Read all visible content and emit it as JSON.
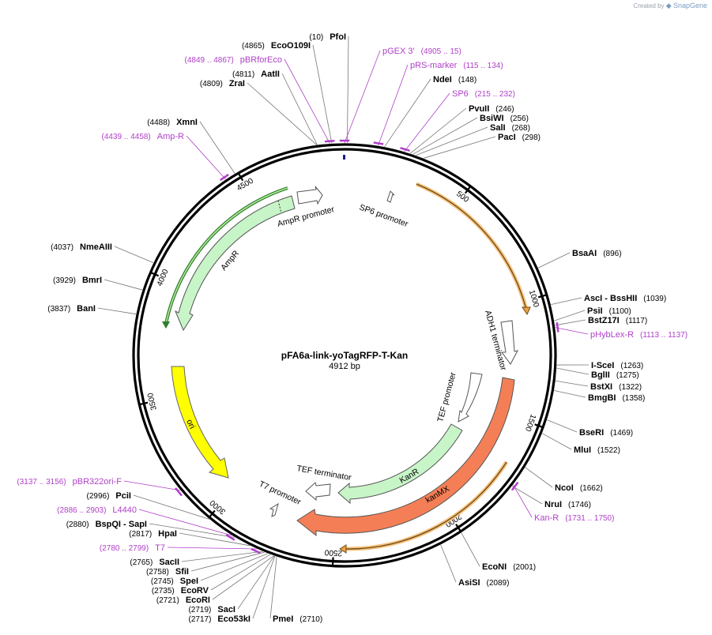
{
  "credit": {
    "created_by": "Created by",
    "app": "SnapGene"
  },
  "plasmid": {
    "name": "pFA6a-link-yoTagRFP-T-Kan",
    "length": "4912 bp",
    "total_bp": 4912
  },
  "colors": {
    "primer": "#b040c8",
    "orange_band": "#f0a040",
    "ampR": "#c8f5c8",
    "ampR_outline": "#2e7d2e",
    "ori": "#ffff00",
    "kanMX": "#f47f56",
    "kanR": "#c8f5c8"
  },
  "ticks": [
    {
      "bp": 500,
      "label": "500"
    },
    {
      "bp": 1000,
      "label": "1000"
    },
    {
      "bp": 1500,
      "label": "1500"
    },
    {
      "bp": 2000,
      "label": "2000"
    },
    {
      "bp": 2500,
      "label": "2500"
    },
    {
      "bp": 3000,
      "label": "3000"
    },
    {
      "bp": 3500,
      "label": "3500"
    },
    {
      "bp": 4000,
      "label": "4000"
    },
    {
      "bp": 4500,
      "label": "4500"
    }
  ],
  "enzymes": [
    {
      "name": "PfoI",
      "pos": "(10)",
      "bp": 10
    },
    {
      "name": "EcoO109I",
      "pos": "(4865)",
      "bp": 4865
    },
    {
      "name": "AatII",
      "pos": "(4811)",
      "bp": 4811
    },
    {
      "name": "ZraI",
      "pos": "(4809)",
      "bp": 4809
    },
    {
      "name": "XmnI",
      "pos": "(4488)",
      "bp": 4488
    },
    {
      "name": "NdeI",
      "pos": "(148)",
      "bp": 148
    },
    {
      "name": "PvuII",
      "pos": "(246)",
      "bp": 246
    },
    {
      "name": "BsiWI",
      "pos": "(256)",
      "bp": 256
    },
    {
      "name": "SalI",
      "pos": "(268)",
      "bp": 268
    },
    {
      "name": "PacI",
      "pos": "(298)",
      "bp": 298
    },
    {
      "name": "BsaAI",
      "pos": "(896)",
      "bp": 896
    },
    {
      "name": "AscI - BssHII",
      "pos": "(1039)",
      "bp": 1039
    },
    {
      "name": "PsiI",
      "pos": "(1100)",
      "bp": 1100
    },
    {
      "name": "BstZ17I",
      "pos": "(1117)",
      "bp": 1117
    },
    {
      "name": "I-SceI",
      "pos": "(1263)",
      "bp": 1263
    },
    {
      "name": "BglII",
      "pos": "(1275)",
      "bp": 1275
    },
    {
      "name": "BstXI",
      "pos": "(1322)",
      "bp": 1322
    },
    {
      "name": "BmgBI",
      "pos": "(1358)",
      "bp": 1358
    },
    {
      "name": "BseRI",
      "pos": "(1469)",
      "bp": 1469
    },
    {
      "name": "MluI",
      "pos": "(1522)",
      "bp": 1522
    },
    {
      "name": "NcoI",
      "pos": "(1662)",
      "bp": 1662
    },
    {
      "name": "NruI",
      "pos": "(1746)",
      "bp": 1746
    },
    {
      "name": "EcoNI",
      "pos": "(2001)",
      "bp": 2001
    },
    {
      "name": "AsiSI",
      "pos": "(2089)",
      "bp": 2089
    },
    {
      "name": "PmeI",
      "pos": "(2710)",
      "bp": 2710
    },
    {
      "name": "Eco53kI",
      "pos": "(2717)",
      "bp": 2717
    },
    {
      "name": "SacI",
      "pos": "(2719)",
      "bp": 2719
    },
    {
      "name": "EcoRI",
      "pos": "(2721)",
      "bp": 2721
    },
    {
      "name": "EcoRV",
      "pos": "(2735)",
      "bp": 2735
    },
    {
      "name": "SpeI",
      "pos": "(2745)",
      "bp": 2745
    },
    {
      "name": "SfiI",
      "pos": "(2758)",
      "bp": 2758
    },
    {
      "name": "SacII",
      "pos": "(2765)",
      "bp": 2765
    },
    {
      "name": "HpaI",
      "pos": "(2817)",
      "bp": 2817
    },
    {
      "name": "BspQI - SapI",
      "pos": "(2880)",
      "bp": 2880
    },
    {
      "name": "PciI",
      "pos": "(2996)",
      "bp": 2996
    },
    {
      "name": "BmrI",
      "pos": "(3929)",
      "bp": 3929
    },
    {
      "name": "BanI",
      "pos": "(3837)",
      "bp": 3837
    },
    {
      "name": "NmeAIII",
      "pos": "(4037)",
      "bp": 4037
    }
  ],
  "primers": [
    {
      "name": "pBRforEco",
      "range": "(4849 .. 4867)",
      "bp": 4858
    },
    {
      "name": "pGEX 3'",
      "range": "(4905 .. 15)",
      "bp": 4912
    },
    {
      "name": "pRS-marker",
      "range": "(115 .. 134)",
      "bp": 124
    },
    {
      "name": "SP6",
      "range": "(215 .. 232)",
      "bp": 223
    },
    {
      "name": "Amp-R",
      "range": "(4439 .. 4458)",
      "bp": 4448
    },
    {
      "name": "pHybLex-R",
      "range": "(1113 .. 1137)",
      "bp": 1125
    },
    {
      "name": "Kan-R",
      "range": "(1731 .. 1750)",
      "bp": 1740
    },
    {
      "name": "pBR322ori-F",
      "range": "(3137 .. 3156)",
      "bp": 3146
    },
    {
      "name": "L4440",
      "range": "(2886 .. 2903)",
      "bp": 2894
    },
    {
      "name": "T7",
      "range": "(2780 .. 2799)",
      "bp": 2789
    }
  ],
  "features": [
    {
      "name": "AmpR promoter",
      "type": "promoter"
    },
    {
      "name": "AmpR",
      "type": "cds"
    },
    {
      "name": "SP6 promoter",
      "type": "promoter"
    },
    {
      "name": "ADH1 terminator",
      "type": "terminator"
    },
    {
      "name": "TEF promoter",
      "type": "promoter"
    },
    {
      "name": "KanR",
      "type": "cds"
    },
    {
      "name": "kanMX",
      "type": "cds"
    },
    {
      "name": "TEF terminator",
      "type": "terminator"
    },
    {
      "name": "T7 promoter",
      "type": "promoter"
    },
    {
      "name": "ori",
      "type": "rep_origin"
    }
  ]
}
